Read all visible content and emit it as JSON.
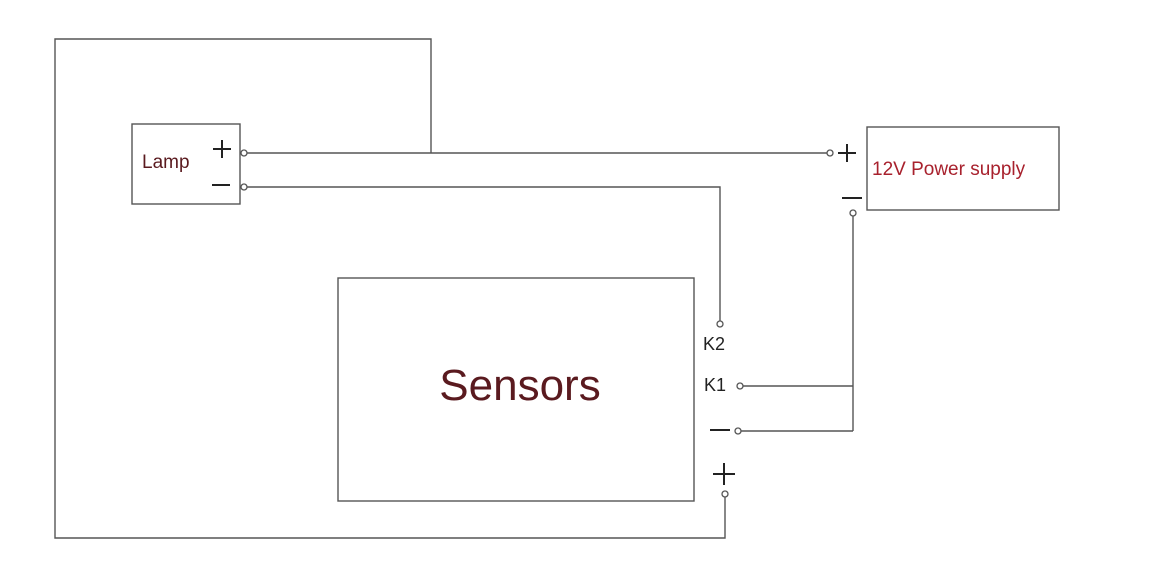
{
  "lamp": {
    "label": "Lamp"
  },
  "power_supply": {
    "label": "12V Power supply"
  },
  "sensors": {
    "label": "Sensors",
    "terminals": {
      "k2": "K2",
      "k1": "K1"
    }
  },
  "colors": {
    "wire": "#555555",
    "label_dark": "#5a1a1f",
    "label_red": "#a8212d",
    "symbol": "#222222"
  }
}
